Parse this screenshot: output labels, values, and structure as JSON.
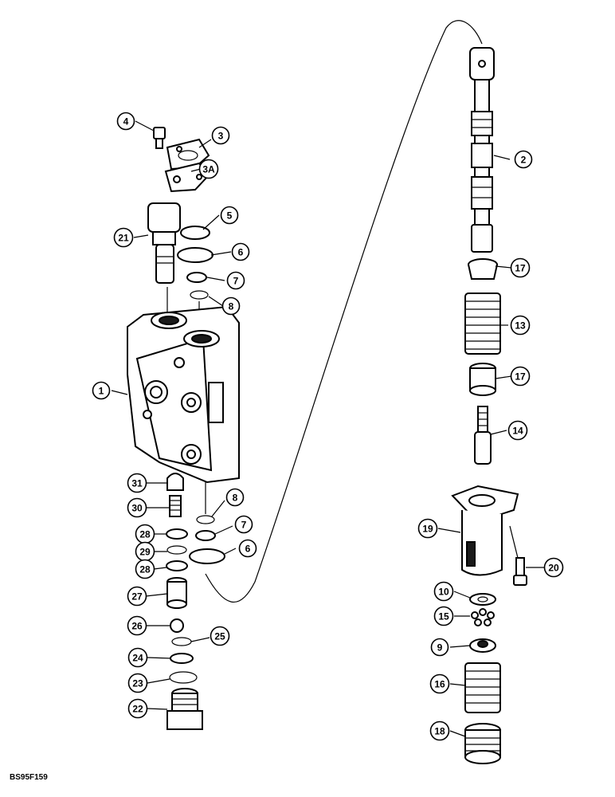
{
  "figure_code": "BS95F159",
  "callouts": [
    {
      "label": "1"
    },
    {
      "label": "2"
    },
    {
      "label": "3"
    },
    {
      "label": "3A"
    },
    {
      "label": "4"
    },
    {
      "label": "5"
    },
    {
      "label": "6"
    },
    {
      "label": "7"
    },
    {
      "label": "8"
    },
    {
      "label": "13"
    },
    {
      "label": "17"
    },
    {
      "label": "17"
    },
    {
      "label": "14"
    },
    {
      "label": "21"
    },
    {
      "label": "8"
    },
    {
      "label": "7"
    },
    {
      "label": "6"
    },
    {
      "label": "31"
    },
    {
      "label": "30"
    },
    {
      "label": "28"
    },
    {
      "label": "29"
    },
    {
      "label": "28"
    },
    {
      "label": "27"
    },
    {
      "label": "26"
    },
    {
      "label": "25"
    },
    {
      "label": "24"
    },
    {
      "label": "23"
    },
    {
      "label": "22"
    },
    {
      "label": "19"
    },
    {
      "label": "20"
    },
    {
      "label": "10"
    },
    {
      "label": "15"
    },
    {
      "label": "9"
    },
    {
      "label": "16"
    },
    {
      "label": "18"
    }
  ]
}
